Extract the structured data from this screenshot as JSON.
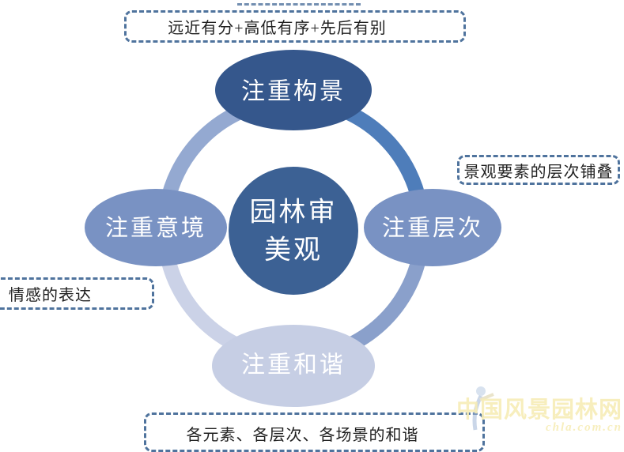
{
  "diagram": {
    "center": {
      "full_label": "园林审美观",
      "line1": "园林审",
      "line2": "美观"
    },
    "nodes": {
      "top": {
        "label": "注重构景"
      },
      "right": {
        "label": "注重层次"
      },
      "bottom": {
        "label": "注重和谐"
      },
      "left": {
        "label": "注重意境"
      }
    },
    "callouts": {
      "top": "远近有分+高低有序+先后有别",
      "right": "景观要素的层次铺叠",
      "left": "情感的表达",
      "bottom": "各元素、各层次、各场景的和谐"
    }
  },
  "colors": {
    "node_dark": "#35578C",
    "node_center": "#3C6194",
    "node_medium": "#7992C3",
    "node_light": "#C6CEE4",
    "arc_top_right": "#4E7DBA",
    "arc_bottom_right": "#8AA0CB",
    "arc_bottom_left": "#CBD2E7",
    "arc_top_left": "#94A9D1",
    "callout_border": "#4F739D",
    "callout_text": "#1F1F1F",
    "watermark": "#F7EDB6"
  },
  "watermark": {
    "site_name": "中国风景园林网",
    "site_url": "chla.com.cn"
  }
}
